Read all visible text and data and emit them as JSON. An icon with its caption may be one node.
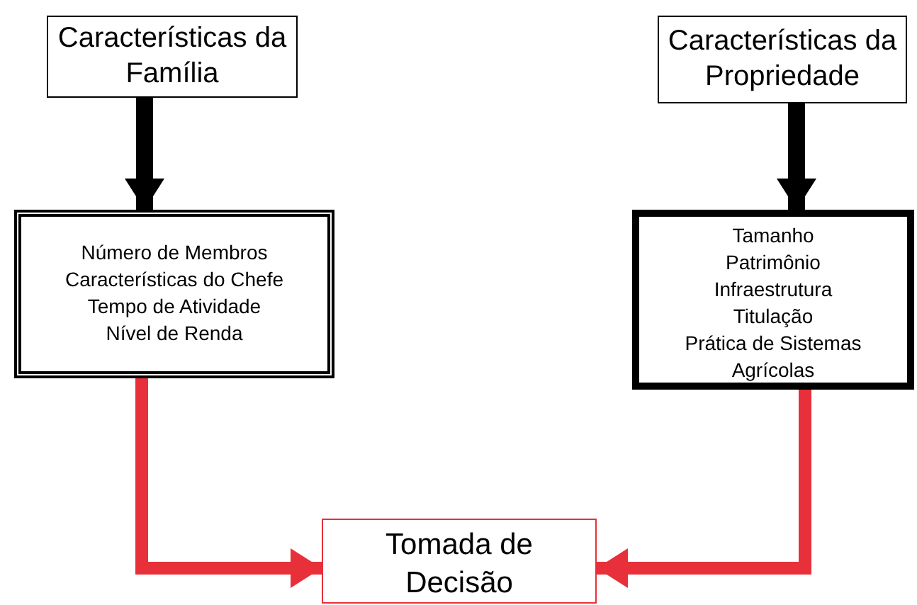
{
  "diagram": {
    "nodes": [
      {
        "text": [
          "Características da Família"
        ]
      },
      {
        "text": [
          "Características da Propriedade"
        ]
      },
      {
        "text": [
          "Número de Membros",
          "Características do Chefe",
          "Tempo de Atividade",
          "Nível de Renda"
        ]
      },
      {
        "text": [
          "Tamanho",
          "Patrimônio",
          "Infraestrutura",
          "Titulação",
          "Prática de Sistemas Agrícolas"
        ]
      },
      {
        "text": [
          "Tomada de Decisão"
        ]
      }
    ],
    "edges": [
      {
        "from": 0,
        "to": 2,
        "arrow": "to"
      },
      {
        "from": 1,
        "to": 3,
        "arrow": "to"
      },
      {
        "from": 2,
        "to": 4,
        "arrow": "to",
        "color": "#e8303a"
      },
      {
        "from": 3,
        "to": 4,
        "arrow": "to",
        "color": "#e8303a"
      }
    ]
  }
}
